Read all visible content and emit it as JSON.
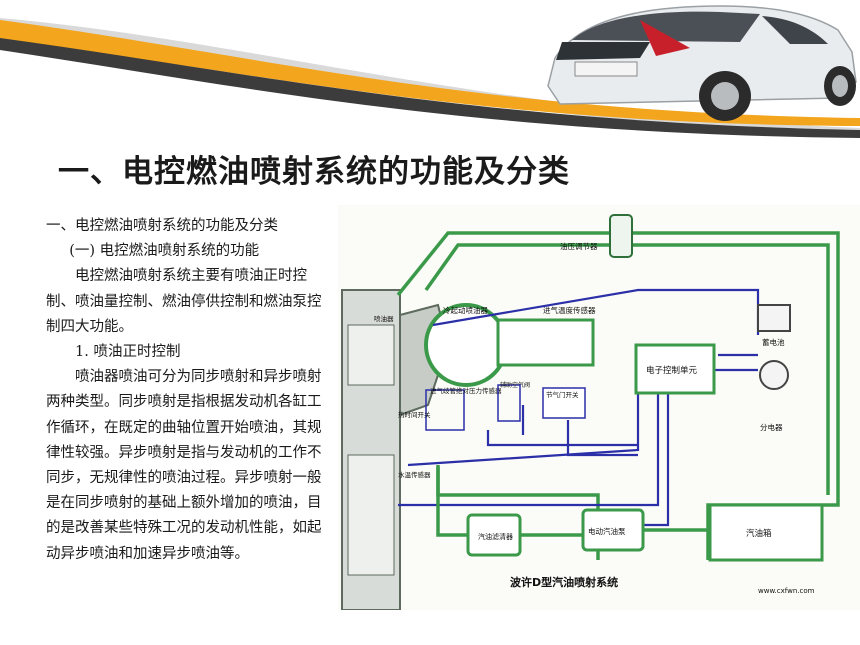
{
  "slide": {
    "title": "一、电控燃油喷射系统的功能及分类",
    "paragraphs": [
      "一、电控燃油喷射系统的功能及分类",
      "(一)  电控燃油喷射系统的功能",
      "电控燃油喷射系统主要有喷油正时控制、喷油量控制、燃油停供控制和燃油泵控制四大功能。",
      "1.  喷油正时控制",
      "喷油器喷油可分为同步喷射和异步喷射两种类型。同步喷射是指根据发动机各缸工作循环，在既定的曲轴位置开始喷油，其规律性较强。异步喷射是指与发动机的工作不同步，无规律性的喷油过程。异步喷射一般是在同步喷射的基础上额外增加的喷油，目的是改善某些特殊工况的发动机性能，如起动异步喷油和加速异步喷油等。"
    ]
  },
  "diagram": {
    "caption": "波许D型汽油喷射系统",
    "watermark": "www.cxfwn.com",
    "labels": {
      "pressure_regulator": "油压调节器",
      "cold_start_injector": "冷起动喷油器",
      "intake_temp_sensor": "进气温度传感器",
      "ecu": "电子控制单元",
      "battery": "蓄电池",
      "distributor": "分电器",
      "manifold_pressure_sensor": "进气歧管绝对压力传感器",
      "aux_air_valve": "辅助空气阀",
      "throttle_switch": "节气门开关",
      "thermo_time_switch": "热时间开关",
      "water_temp_sensor": "水温传感器",
      "injector": "喷油器",
      "fuel_filter": "汽油滤清器",
      "fuel_pump": "电动汽油泵",
      "fuel_tank": "汽油箱"
    }
  },
  "colors": {
    "fuel_line": "#3b9a4a",
    "signal_line": "#2b2fa8",
    "header_orange": "#f3a51d",
    "header_dark": "#3c3c3c"
  }
}
